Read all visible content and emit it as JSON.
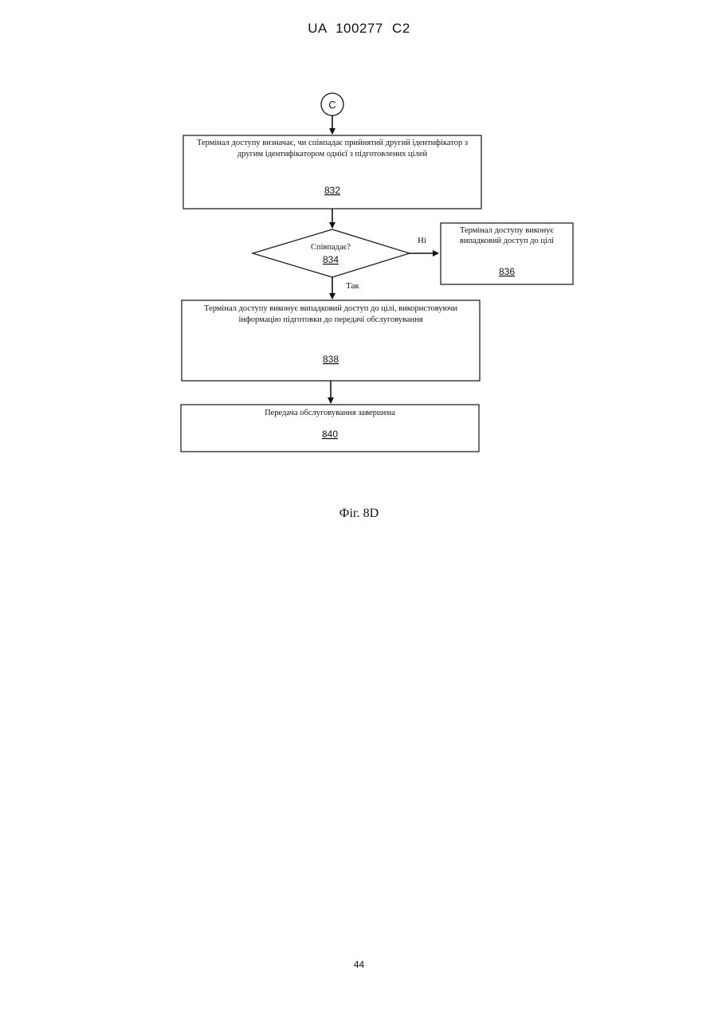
{
  "header": {
    "text": "UA   100277   C2"
  },
  "diagram": {
    "connector": {
      "label": "C"
    },
    "box_832": {
      "line1": "Термінал доступу визначає, чи співпадає прийнятий другий ідентифікатор з",
      "line2": "другим ідентифікатором однієї з підготовлених цілей",
      "ref": "832"
    },
    "decision_834": {
      "question": "Співпадає?",
      "ref": "834"
    },
    "edge_no": {
      "label": "Ні"
    },
    "edge_yes": {
      "label": "Так"
    },
    "box_836": {
      "line1": "Термінал доступу виконує",
      "line2": "випадковий доступ до цілі",
      "ref": "836"
    },
    "box_838": {
      "line1": "Термінал доступу виконує випадковий доступ до цілі, використовуючи",
      "line2": "інформацію підготовки до передачі обслуговування",
      "ref": "838"
    },
    "box_840": {
      "line1": "Передача обслуговування завершена",
      "ref": "840"
    }
  },
  "caption": {
    "text": "Фіг. 8D"
  },
  "page_number": {
    "text": "44"
  }
}
